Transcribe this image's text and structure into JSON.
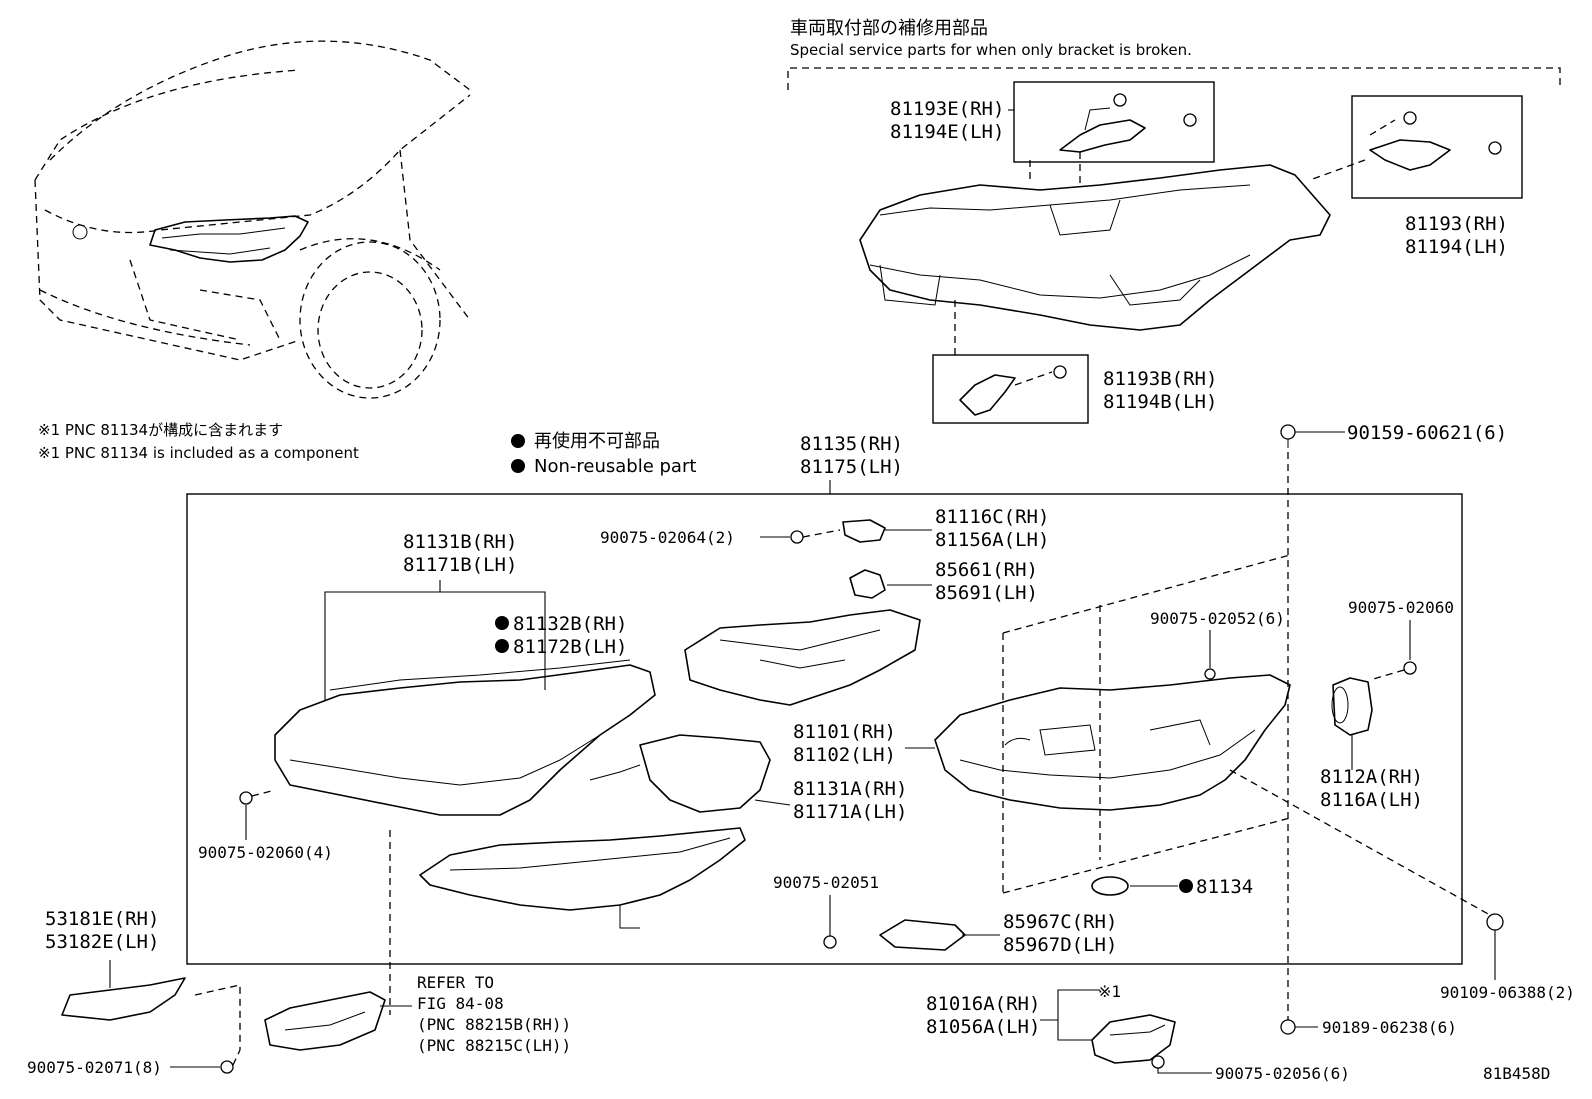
{
  "notes": {
    "service_jp": "車両取付部の補修用部品",
    "service_en": "Special service parts for when only bracket is broken.",
    "pnc_jp": "※1 PNC 81134が構成に含まれます",
    "pnc_en": "※1 PNC 81134 is included as a component",
    "nonreuse_jp": "再使用不可部品",
    "nonreuse_en": "Non-reusable part",
    "refer_1": "REFER TO",
    "refer_2": "FIG 84-08",
    "refer_3": "(PNC 88215B(RH))",
    "refer_4": "(PNC 88215C(LH))",
    "asterisk": "※1",
    "figure_id": "81B458D"
  },
  "parts": {
    "p81193E": "81193E(RH)",
    "p81194E": "81194E(LH)",
    "p81193": "81193(RH)",
    "p81194": "81194(LH)",
    "p81193B": "81193B(RH)",
    "p81194B": "81194B(LH)",
    "p90159": "90159-60621(6)",
    "p81135": "81135(RH)",
    "p81175": "81175(LH)",
    "p81116C": "81116C(RH)",
    "p81156A": "81156A(LH)",
    "p90075_02064": "90075-02064(2)",
    "p85661": "85661(RH)",
    "p85691": "85691(LH)",
    "p81131B": "81131B(RH)",
    "p81171B": "81171B(LH)",
    "p81132B": "81132B(RH)",
    "p81172B": "81172B(LH)",
    "p90075_02052": "90075-02052(6)",
    "p90075_02060": "90075-02060",
    "p81101": "81101(RH)",
    "p81102": "81102(LH)",
    "p8112A": "8112A(RH)",
    "p8116A": "8116A(LH)",
    "p81131A": "81131A(RH)",
    "p81171A": "81171A(LH)",
    "p90075_02060_4": "90075-02060(4)",
    "p90075_02051": "90075-02051",
    "p81134": "81134",
    "p85967C": "85967C(RH)",
    "p85967D": "85967D(LH)",
    "p53181E": "53181E(RH)",
    "p53182E": "53182E(LH)",
    "p90109": "90109-06388(2)",
    "p81016A": "81016A(RH)",
    "p81056A": "81056A(LH)",
    "p90189": "90189-06238(6)",
    "p90075_02071": "90075-02071(8)",
    "p90075_02056": "90075-02056(6)"
  }
}
